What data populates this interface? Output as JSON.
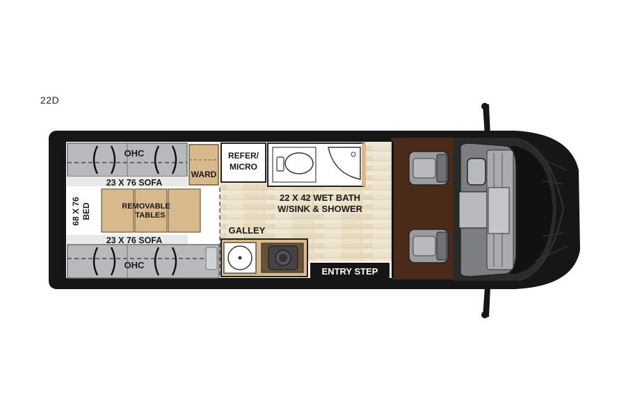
{
  "model": "22D",
  "labels": {
    "ohc_top": "OHC",
    "ohc_bottom": "OHC",
    "sofa_top": "23 X 76 SOFA",
    "sofa_bottom": "23 X 76 SOFA",
    "ward": "WARD",
    "refer_line1": "REFER/",
    "refer_line2": "MICRO",
    "bed_line1": "68 X 76",
    "bed_line2": "BED",
    "tables_line1": "REMOVABLE",
    "tables_line2": "TABLES",
    "bath_line1": "22 X 42 WET BATH",
    "bath_line2": "W/SINK & SHOWER",
    "galley": "GALLEY",
    "entry_step": "ENTRY STEP"
  },
  "colors": {
    "body": "#161616",
    "sofa": "#b7b9bc",
    "sofa_dark": "#8f9194",
    "wood": "#d8b98c",
    "floor": "#ece1cb",
    "cab_floor": "#4a2a18",
    "seat": "#9a9ca0"
  }
}
